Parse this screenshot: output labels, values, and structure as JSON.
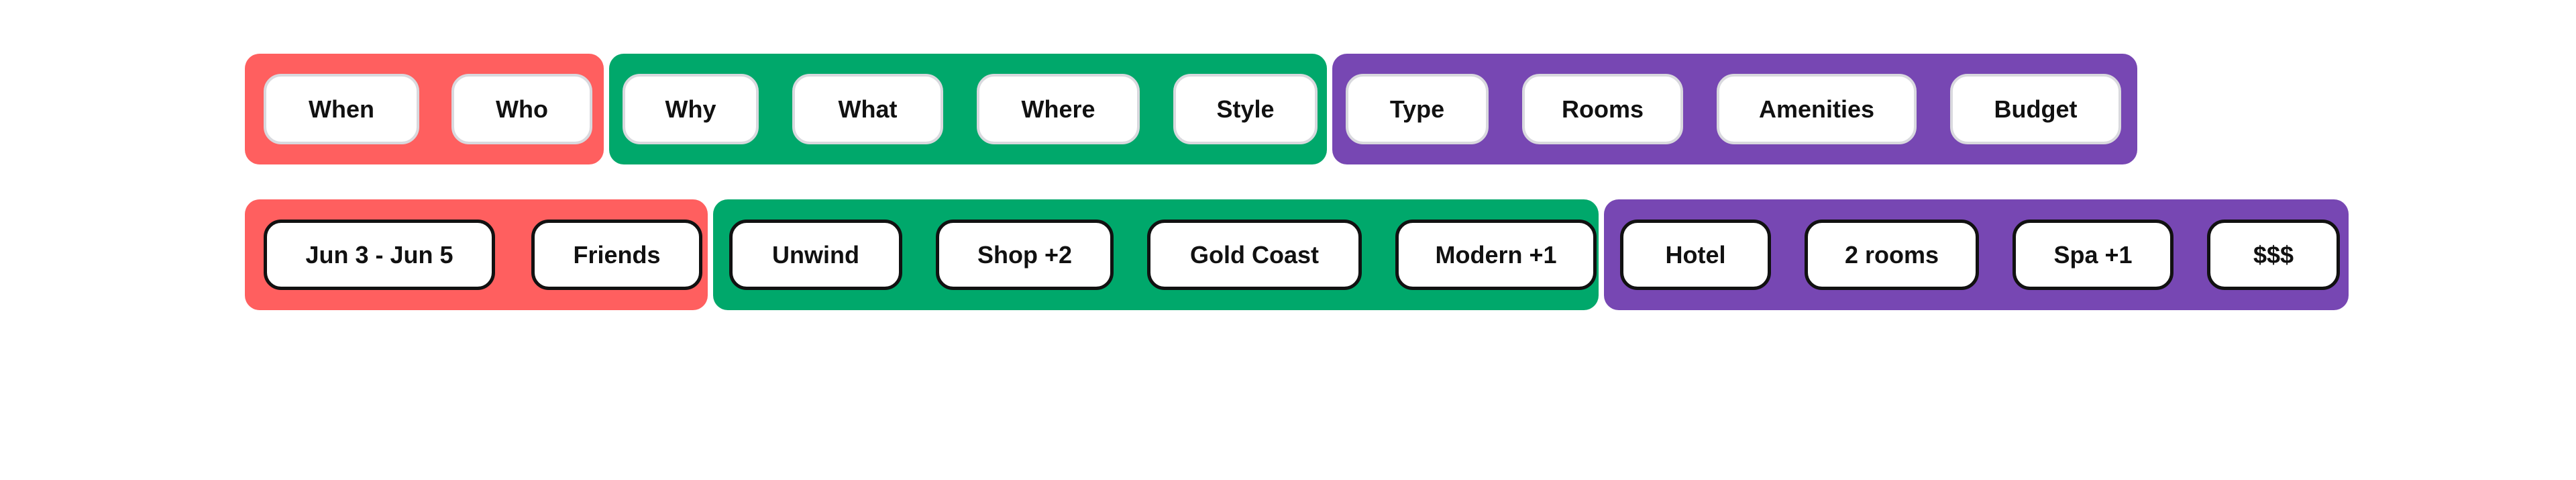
{
  "categories": {
    "red_color": "#ff5f5f",
    "green_color": "#00a86b",
    "purple_color": "#7747b3",
    "when": "When",
    "who": "Who",
    "why": "Why",
    "what": "What",
    "where": "Where",
    "style": "Style",
    "type": "Type",
    "rooms": "Rooms",
    "amenities": "Amenities",
    "budget": "Budget"
  },
  "selections": {
    "dates": "Jun 3 - Jun 5",
    "companions": "Friends",
    "purpose": "Unwind",
    "activities": "Shop +2",
    "location": "Gold Coast",
    "style": "Modern +1",
    "type": "Hotel",
    "rooms": "2 rooms",
    "amenities": "Spa +1",
    "budget": "$$$"
  }
}
